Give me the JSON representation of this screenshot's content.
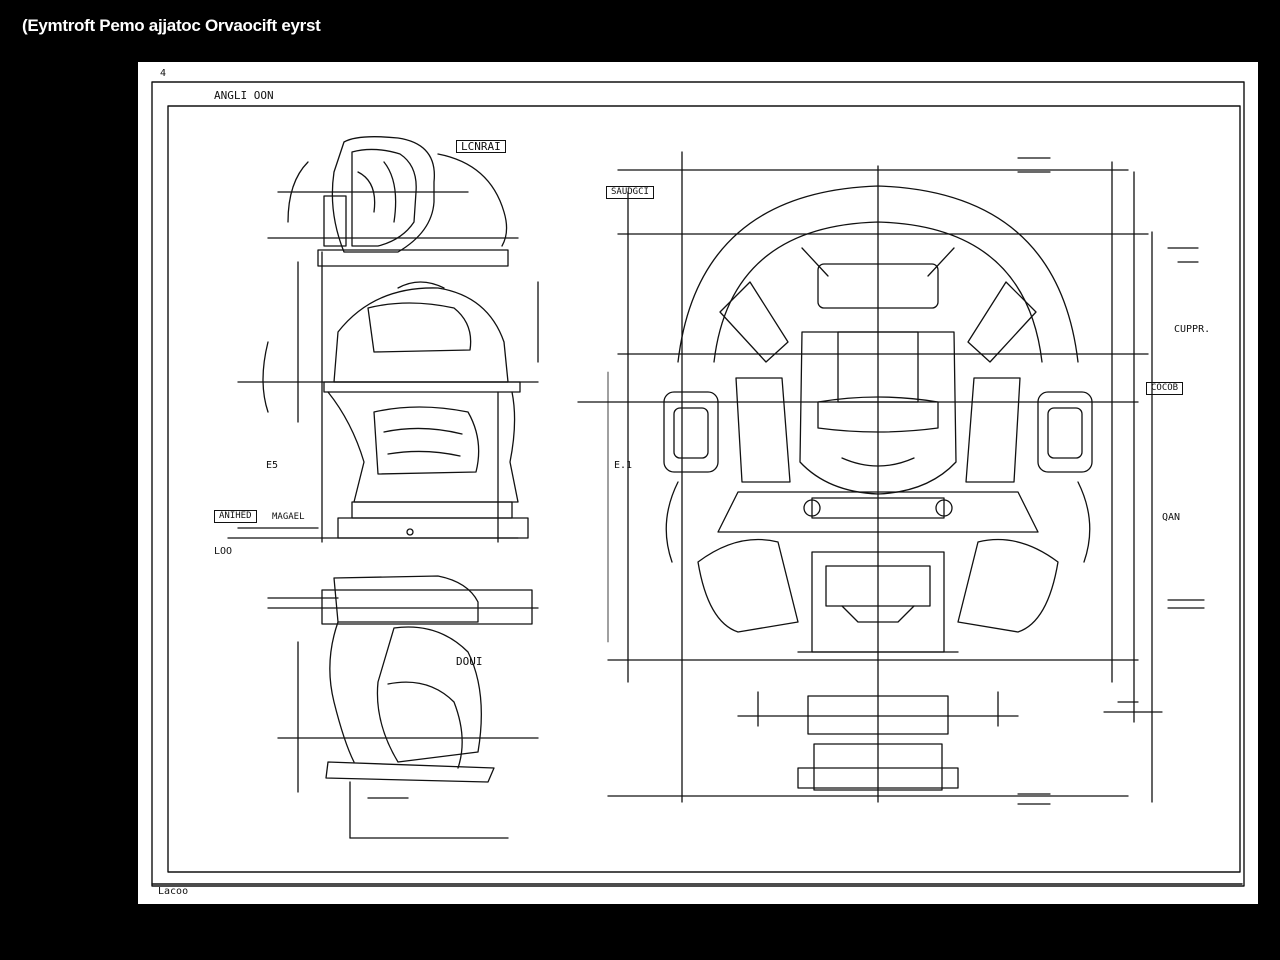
{
  "window": {
    "title": "(Eymtroft Pemo ajjatoc Orvaocift eyrst"
  },
  "colors": {
    "background": "#000000",
    "sheet": "#ffffff",
    "ink": "#111111"
  },
  "drawing": {
    "corner_mark": "4",
    "header_label": "ANGLI OON",
    "footer_label": "Lacoo",
    "side_view": {
      "top_box_label": "LCNRAI",
      "side_label": "DOUI",
      "left_label_a": "ANIHED",
      "left_label_b": "MAGAEL",
      "left_label_c": "LOO",
      "left_label_d": "E5"
    },
    "front_view": {
      "top_left_label": "SAUDGCI",
      "right_label_a": "CUPPR.",
      "right_label_b": "COCOB",
      "right_label_c": "QAN",
      "left_mid_label": "E.1"
    }
  }
}
